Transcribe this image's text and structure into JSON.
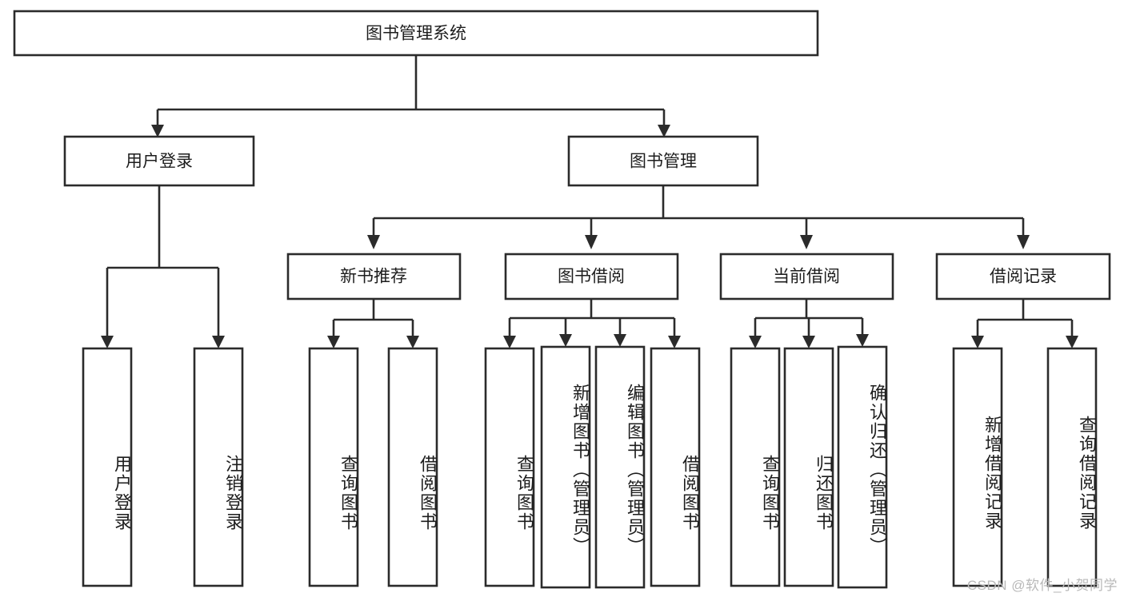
{
  "diagram": {
    "title": "图书管理系统",
    "type": "hierarchy-tree",
    "colors": {
      "box_stroke": "#2b2b2b",
      "box_fill": "#ffffff",
      "text": "#1d1d1d",
      "background": "#ffffff",
      "watermark": "#b9b9b9"
    },
    "levels": {
      "root": {
        "label": "图书管理系统",
        "orientation": "horizontal"
      },
      "level2": [
        {
          "id": "user-login",
          "label": "用户登录",
          "orientation": "horizontal"
        },
        {
          "id": "book-management",
          "label": "图书管理",
          "orientation": "horizontal"
        }
      ],
      "level3": [
        {
          "id": "new-book-recommend",
          "label": "新书推荐",
          "orientation": "horizontal",
          "parent": "book-management"
        },
        {
          "id": "book-borrow",
          "label": "图书借阅",
          "orientation": "horizontal",
          "parent": "book-management"
        },
        {
          "id": "current-borrow",
          "label": "当前借阅",
          "orientation": "horizontal",
          "parent": "book-management"
        },
        {
          "id": "borrow-record",
          "label": "借阅记录",
          "orientation": "horizontal",
          "parent": "book-management"
        }
      ],
      "leaves": [
        {
          "id": "leaf-user-login",
          "label": "用户登录",
          "orientation": "vertical",
          "parent": "user-login"
        },
        {
          "id": "leaf-logout-login",
          "label": "注销登录",
          "orientation": "vertical",
          "parent": "user-login"
        },
        {
          "id": "leaf-query-book-1",
          "label": "查询图书",
          "orientation": "vertical",
          "parent": "new-book-recommend"
        },
        {
          "id": "leaf-borrow-book-1",
          "label": "借阅图书",
          "orientation": "vertical",
          "parent": "new-book-recommend"
        },
        {
          "id": "leaf-query-book-2",
          "label": "查询图书",
          "orientation": "vertical",
          "parent": "book-borrow"
        },
        {
          "id": "leaf-add-book",
          "label": "新增图书（管理员）",
          "orientation": "vertical",
          "parent": "book-borrow"
        },
        {
          "id": "leaf-edit-book",
          "label": "编辑图书（管理员）",
          "orientation": "vertical",
          "parent": "book-borrow"
        },
        {
          "id": "leaf-borrow-book-2",
          "label": "借阅图书",
          "orientation": "vertical",
          "parent": "book-borrow"
        },
        {
          "id": "leaf-query-book-3",
          "label": "查询图书",
          "orientation": "vertical",
          "parent": "current-borrow"
        },
        {
          "id": "leaf-return-book",
          "label": "归还图书",
          "orientation": "vertical",
          "parent": "current-borrow"
        },
        {
          "id": "leaf-confirm-return",
          "label": "确认归还（管理员）",
          "orientation": "vertical",
          "parent": "current-borrow"
        },
        {
          "id": "leaf-add-record",
          "label": "新增借阅记录",
          "orientation": "vertical",
          "parent": "borrow-record"
        },
        {
          "id": "leaf-query-record",
          "label": "查询借阅记录",
          "orientation": "vertical",
          "parent": "borrow-record"
        }
      ]
    },
    "watermark": "CSDN @软件_小贺同学"
  }
}
